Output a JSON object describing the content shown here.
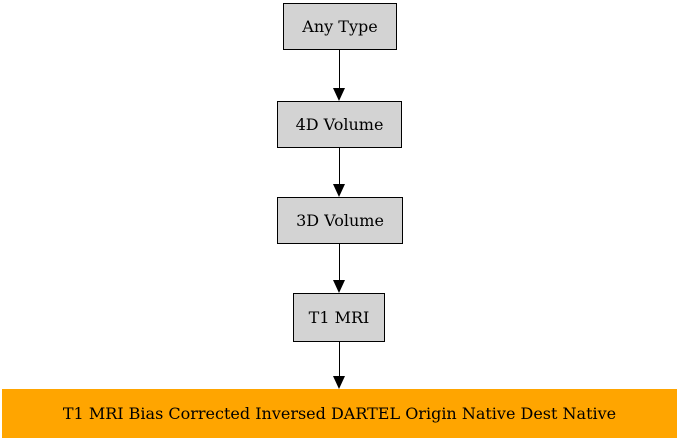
{
  "diagram": {
    "type": "flowchart",
    "direction": "top-down",
    "background": "#ffffff",
    "nodes": [
      {
        "id": "any-type",
        "label": "Any Type",
        "fill": "#d3d3d3",
        "border": "#000000"
      },
      {
        "id": "4d-volume",
        "label": "4D Volume",
        "fill": "#d3d3d3",
        "border": "#000000"
      },
      {
        "id": "3d-volume",
        "label": "3D Volume",
        "fill": "#d3d3d3",
        "border": "#000000"
      },
      {
        "id": "t1-mri",
        "label": "T1 MRI",
        "fill": "#d3d3d3",
        "border": "#000000"
      },
      {
        "id": "t1-mri-bias",
        "label": "T1 MRI Bias Corrected Inversed DARTEL Origin Native Dest Native",
        "fill": "#ffa500",
        "border": "#ffa500"
      }
    ],
    "edges": [
      {
        "from": "any-type",
        "to": "4d-volume",
        "arrow_color": "#000000"
      },
      {
        "from": "4d-volume",
        "to": "3d-volume",
        "arrow_color": "#000000"
      },
      {
        "from": "3d-volume",
        "to": "t1-mri",
        "arrow_color": "#000000"
      },
      {
        "from": "t1-mri",
        "to": "t1-mri-bias",
        "arrow_color": "#000000"
      }
    ]
  }
}
